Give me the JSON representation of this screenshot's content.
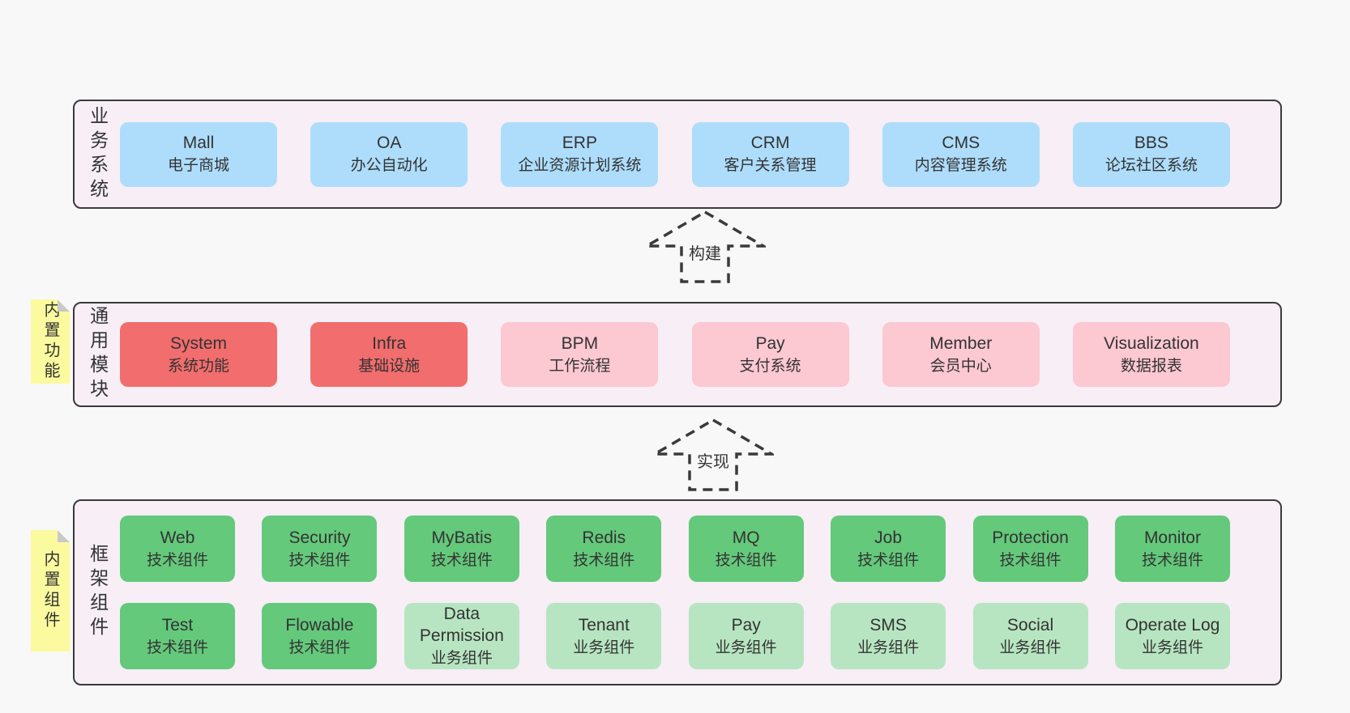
{
  "colors": {
    "page_bg": "#f8f8f8",
    "container_fill": "#f7eef6",
    "container_border": "#3a3a3a",
    "blue_box": "#aeddfb",
    "red_box": "#f26d6d",
    "pink_box": "#fcc8d2",
    "green_box": "#64c97b",
    "light_green_box": "#b7e5c1",
    "note_yellow": "#fbfa9e",
    "note_fold_gray": "#c9c9c9",
    "text": "#333333"
  },
  "arrows": [
    {
      "label": "构建"
    },
    {
      "label": "实现"
    }
  ],
  "layers": [
    {
      "label": "业务系统",
      "rows": [
        [
          {
            "name": "Mall",
            "sub": "电子商城",
            "variant": "blue"
          },
          {
            "name": "OA",
            "sub": "办公自动化",
            "variant": "blue"
          },
          {
            "name": "ERP",
            "sub": "企业资源计划系统",
            "variant": "blue"
          },
          {
            "name": "CRM",
            "sub": "客户关系管理",
            "variant": "blue"
          },
          {
            "name": "CMS",
            "sub": "内容管理系统",
            "variant": "blue"
          },
          {
            "name": "BBS",
            "sub": "论坛社区系统",
            "variant": "blue"
          }
        ]
      ]
    },
    {
      "label": "通用模块",
      "note": "内置功能",
      "rows": [
        [
          {
            "name": "System",
            "sub": "系统功能",
            "variant": "red"
          },
          {
            "name": "Infra",
            "sub": "基础设施",
            "variant": "red"
          },
          {
            "name": "BPM",
            "sub": "工作流程",
            "variant": "pink"
          },
          {
            "name": "Pay",
            "sub": "支付系统",
            "variant": "pink"
          },
          {
            "name": "Member",
            "sub": "会员中心",
            "variant": "pink"
          },
          {
            "name": "Visualization",
            "sub": "数据报表",
            "variant": "pink"
          }
        ]
      ]
    },
    {
      "label": "框架组件",
      "note": "内置组件",
      "rows": [
        [
          {
            "name": "Web",
            "sub": "技术组件",
            "variant": "green"
          },
          {
            "name": "Security",
            "sub": "技术组件",
            "variant": "green"
          },
          {
            "name": "MyBatis",
            "sub": "技术组件",
            "variant": "green"
          },
          {
            "name": "Redis",
            "sub": "技术组件",
            "variant": "green"
          },
          {
            "name": "MQ",
            "sub": "技术组件",
            "variant": "green"
          },
          {
            "name": "Job",
            "sub": "技术组件",
            "variant": "green"
          },
          {
            "name": "Protection",
            "sub": "技术组件",
            "variant": "green"
          },
          {
            "name": "Monitor",
            "sub": "技术组件",
            "variant": "green"
          }
        ],
        [
          {
            "name": "Test",
            "sub": "技术组件",
            "variant": "green"
          },
          {
            "name": "Flowable",
            "sub": "技术组件",
            "variant": "green"
          },
          {
            "name": "Data Permission",
            "sub": "业务组件",
            "variant": "lightgreen"
          },
          {
            "name": "Tenant",
            "sub": "业务组件",
            "variant": "lightgreen"
          },
          {
            "name": "Pay",
            "sub": "业务组件",
            "variant": "lightgreen"
          },
          {
            "name": "SMS",
            "sub": "业务组件",
            "variant": "lightgreen"
          },
          {
            "name": "Social",
            "sub": "业务组件",
            "variant": "lightgreen"
          },
          {
            "name": "Operate Log",
            "sub": "业务组件",
            "variant": "lightgreen"
          }
        ]
      ]
    }
  ]
}
